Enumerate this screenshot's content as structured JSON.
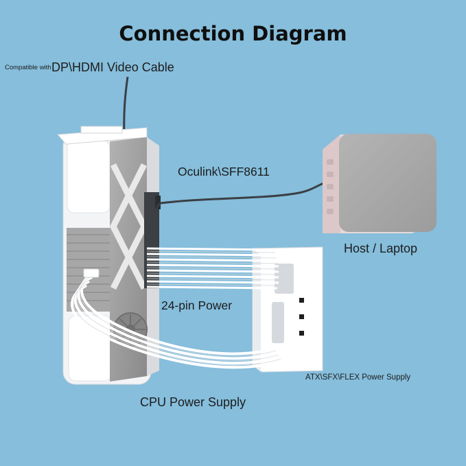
{
  "title": "Connection Diagram",
  "labels": {
    "compatible_prefix": "Compatible with",
    "video_cable": "DP\\HDMI Video Cable",
    "oculink": "Oculink\\SFF8611",
    "host": "Host / Laptop",
    "power_24pin": "24-pin Power",
    "psu": "ATX\\SFX\\FLEX Power Supply",
    "cpu_power": "CPU Power Supply"
  },
  "colors": {
    "background": "#86bedc",
    "device_white": "#f3f4f6",
    "gpu_gray": "#9a9a9a",
    "host_gray": "#a9a9a9",
    "host_base": "#e6d9d9",
    "cable_dark": "#3a3f44",
    "cable_white": "#ffffff"
  }
}
